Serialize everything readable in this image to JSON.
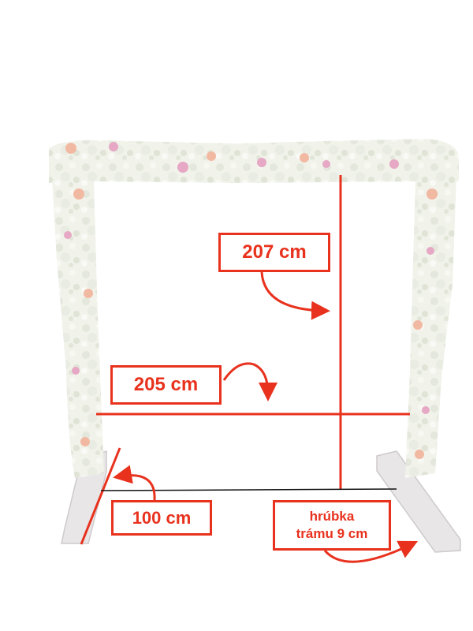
{
  "diagram": {
    "subject": "flower-covered-arch-frame",
    "accent_color": "#e8321e",
    "frame_colors": {
      "flowers_base": "#f1f2ea",
      "rose_pink": "#e6a8c4",
      "peach": "#f2b9a2",
      "base_feet": "#e9e6e8"
    },
    "labels": {
      "height": "207 cm",
      "width": "205 cm",
      "depth": "100 cm",
      "beam_thickness_line1": "hrúbka",
      "beam_thickness_line2": "trámu 9 cm"
    }
  }
}
